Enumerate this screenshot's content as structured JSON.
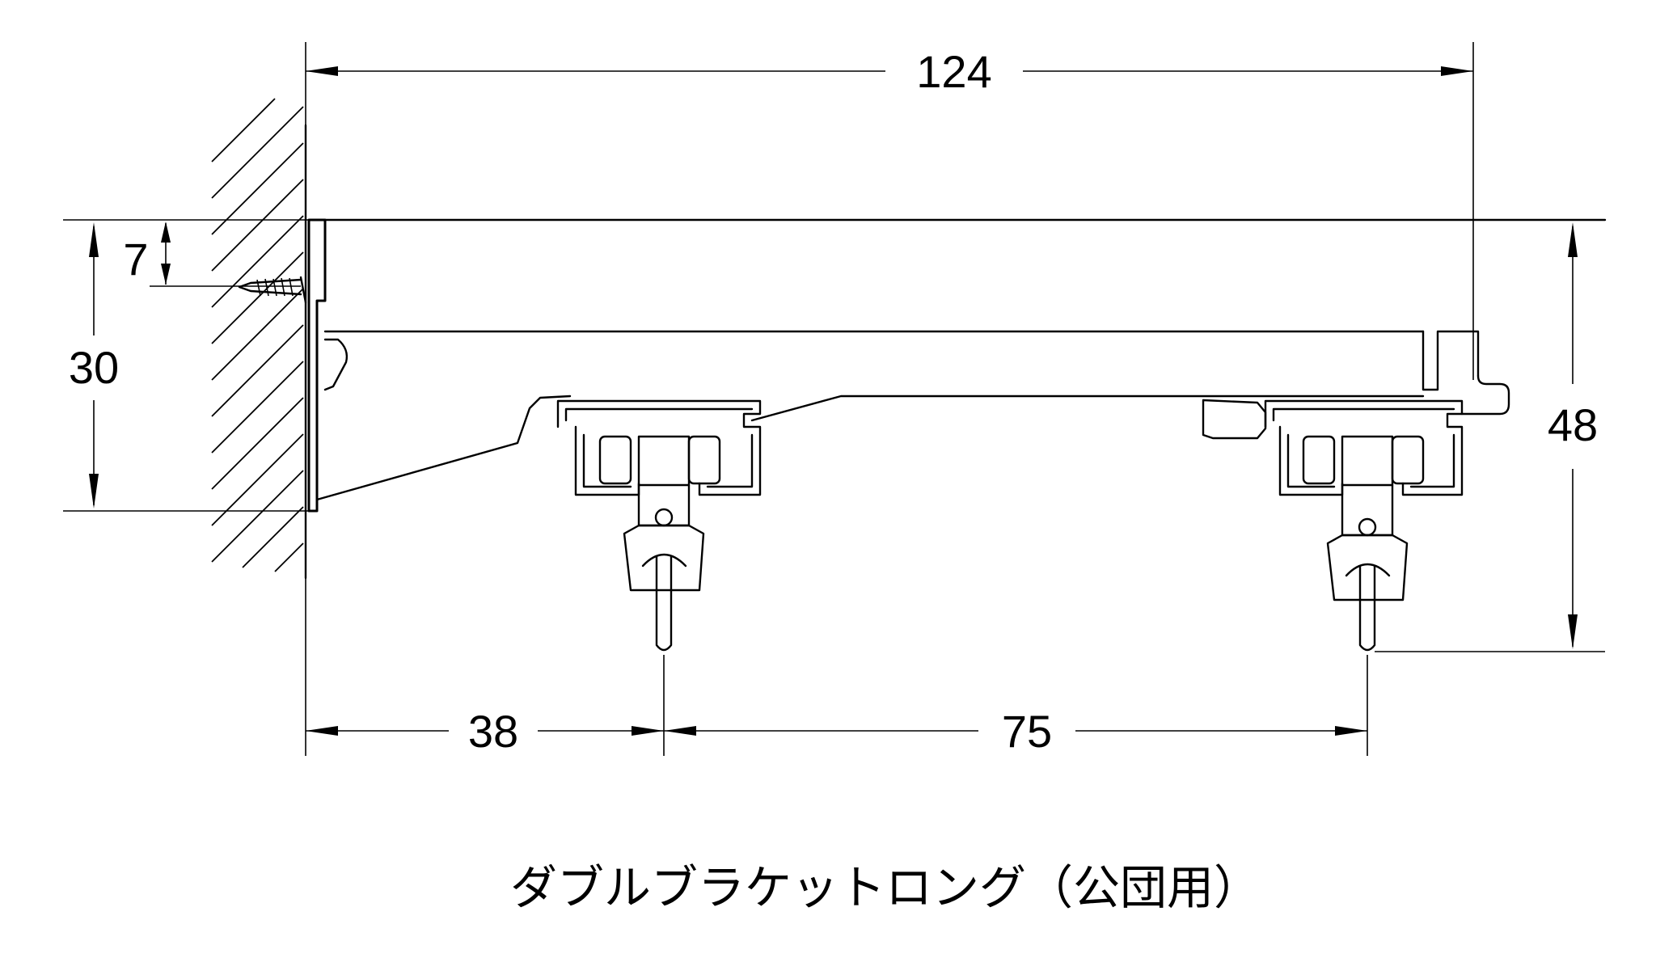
{
  "diagram": {
    "title": "ダブルブラケットロング（公団用）",
    "dimensions": {
      "overall_length": "124",
      "bracket_height": "48",
      "wall_plate_height": "30",
      "screw_offset": "7",
      "wall_to_front_runner": "38",
      "runner_spacing": "75"
    }
  }
}
